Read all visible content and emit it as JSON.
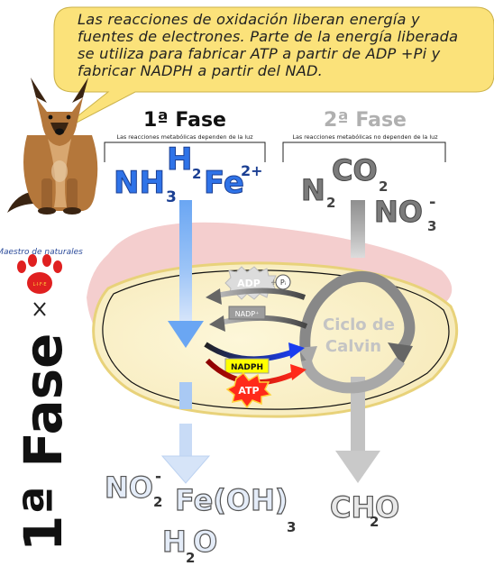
{
  "speech_bubble": {
    "lines": [
      "Las reacciones de oxidación liberan energía y",
      "fuentes de electrones. Parte de la energía liberada",
      "se utiliza para fabricar ATP a partir de ADP +Pi y",
      "fabricar NADPH a partir del NAD."
    ]
  },
  "phase1": {
    "title": "1ª Fase",
    "subtitle": "Las reacciones metabólicas dependen de la luz",
    "inputs": {
      "nh": "NH",
      "nh_sub": "3",
      "h": "H",
      "h_sub": "2",
      "fe": "Fe",
      "fe_sup": "2+"
    },
    "outputs": {
      "no": "NO",
      "no_sub": "2",
      "no_sup": "-",
      "feoh": "Fe(OH)",
      "feoh_sub": "3",
      "h2o_h": "H",
      "h2o_sub": "2",
      "h2o_o": "O"
    }
  },
  "phase2": {
    "title": "2ª Fase",
    "subtitle": "Las reacciones metabólicas no dependen de la luz",
    "inputs": {
      "n": "N",
      "n_sub": "2",
      "co": "CO",
      "co_sub": "2",
      "no": "NO",
      "no_sub": "3",
      "no_sup": "-"
    },
    "outputs": {
      "ch": "CH",
      "ch_sub": "2",
      "o": "O"
    }
  },
  "cell": {
    "calvin_line1": "Ciclo de",
    "calvin_line2": "Calvin",
    "adp": "ADP",
    "pi": "Pᵢ",
    "plus": "+",
    "nadp": "NADP⁺",
    "nadph": "NADPH",
    "atp": "ATP"
  },
  "logo": {
    "text": "Maestro de naturales",
    "paw": "L·I·F·E"
  },
  "side_title": "1ª Fase",
  "colors": {
    "bubble": "#fbe27a",
    "blue_arrow": "#6aa6f3",
    "gray_arrow": "#9c9c9c",
    "phase1_text": "#2f73e8",
    "phase2_text": "#7b7b7b",
    "cell_outer": "#f2c6c6",
    "cell_inner": "#fbf4cf"
  }
}
